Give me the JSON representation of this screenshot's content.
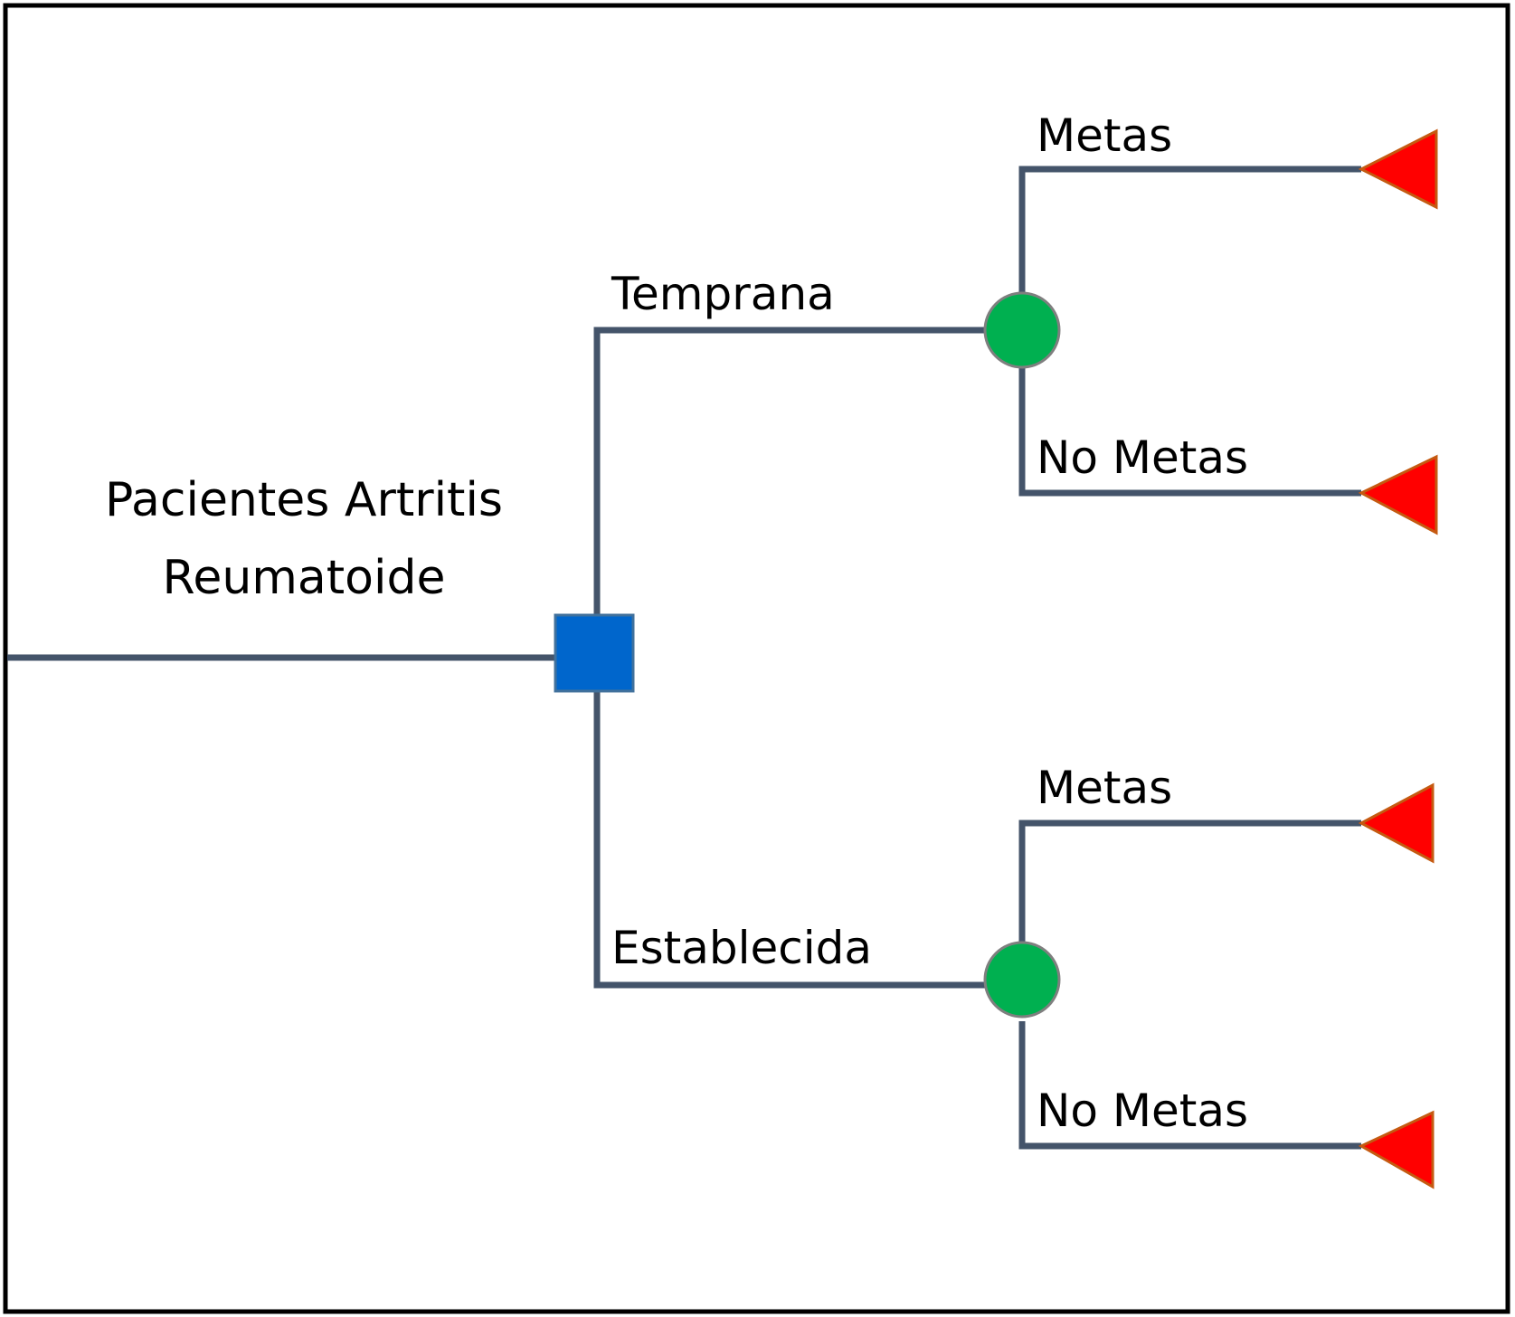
{
  "root": {
    "label_line1": "Pacientes Artritis",
    "label_line2": "Reumatoide"
  },
  "branches": {
    "early": {
      "label": "Temprana",
      "outcomes": {
        "yes": "Metas",
        "no": "No Metas"
      }
    },
    "established": {
      "label": "Establecida",
      "outcomes": {
        "yes": "Metas",
        "no": "No Metas"
      }
    }
  },
  "colors": {
    "edge": "#44546a",
    "decision_node": "#0066cc",
    "chance_node": "#00b050",
    "terminal_node": "#ff0000",
    "frame": "#000000"
  },
  "icons": {
    "decision_node": "square",
    "chance_node": "circle",
    "terminal_node": "triangle"
  }
}
